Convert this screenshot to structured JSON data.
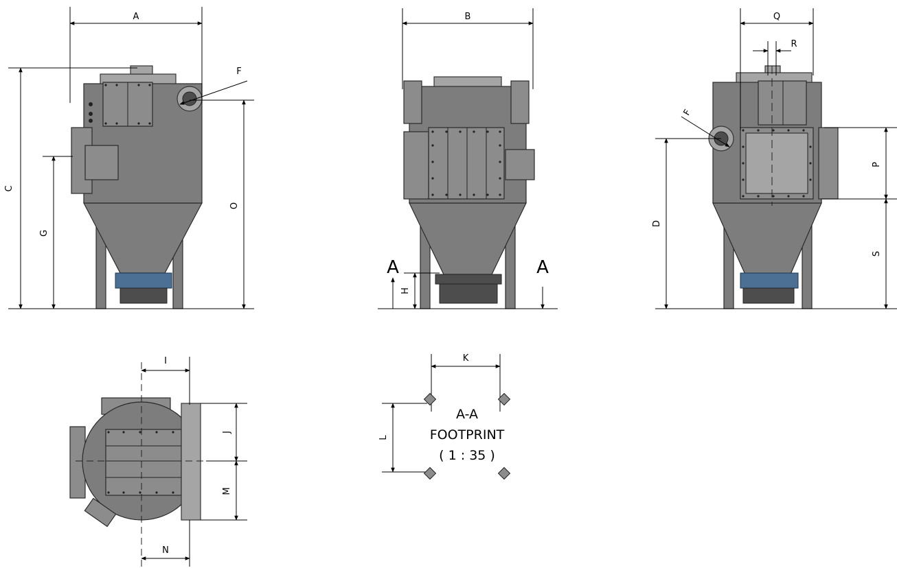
{
  "dimension_labels": {
    "A": "A",
    "B": "B",
    "C": "C",
    "D": "D",
    "F": "F",
    "G": "G",
    "H": "H",
    "I": "I",
    "J": "J",
    "K": "K",
    "L": "L",
    "M": "M",
    "N": "N",
    "O": "O",
    "P": "P",
    "Q": "Q",
    "R": "R",
    "S": "S"
  },
  "section_markers": {
    "left": "A",
    "right": "A"
  },
  "footprint": {
    "line1": "A-A",
    "line2": "FOOTPRINT",
    "line3": "( 1 : 35 )"
  },
  "colors": {
    "body": "#7d7d7d",
    "hopper_ring": "#4c6f94",
    "line": "#000000"
  }
}
